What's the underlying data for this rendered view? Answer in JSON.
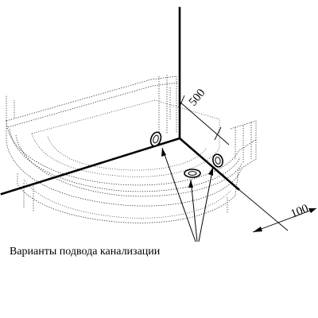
{
  "caption": "Варианты подвода канализации",
  "dimensions": {
    "wall_depth": "500",
    "offset": "100"
  },
  "drain_outlets": [
    "drain-outlet",
    "drain-outlet",
    "drain-outlet"
  ]
}
